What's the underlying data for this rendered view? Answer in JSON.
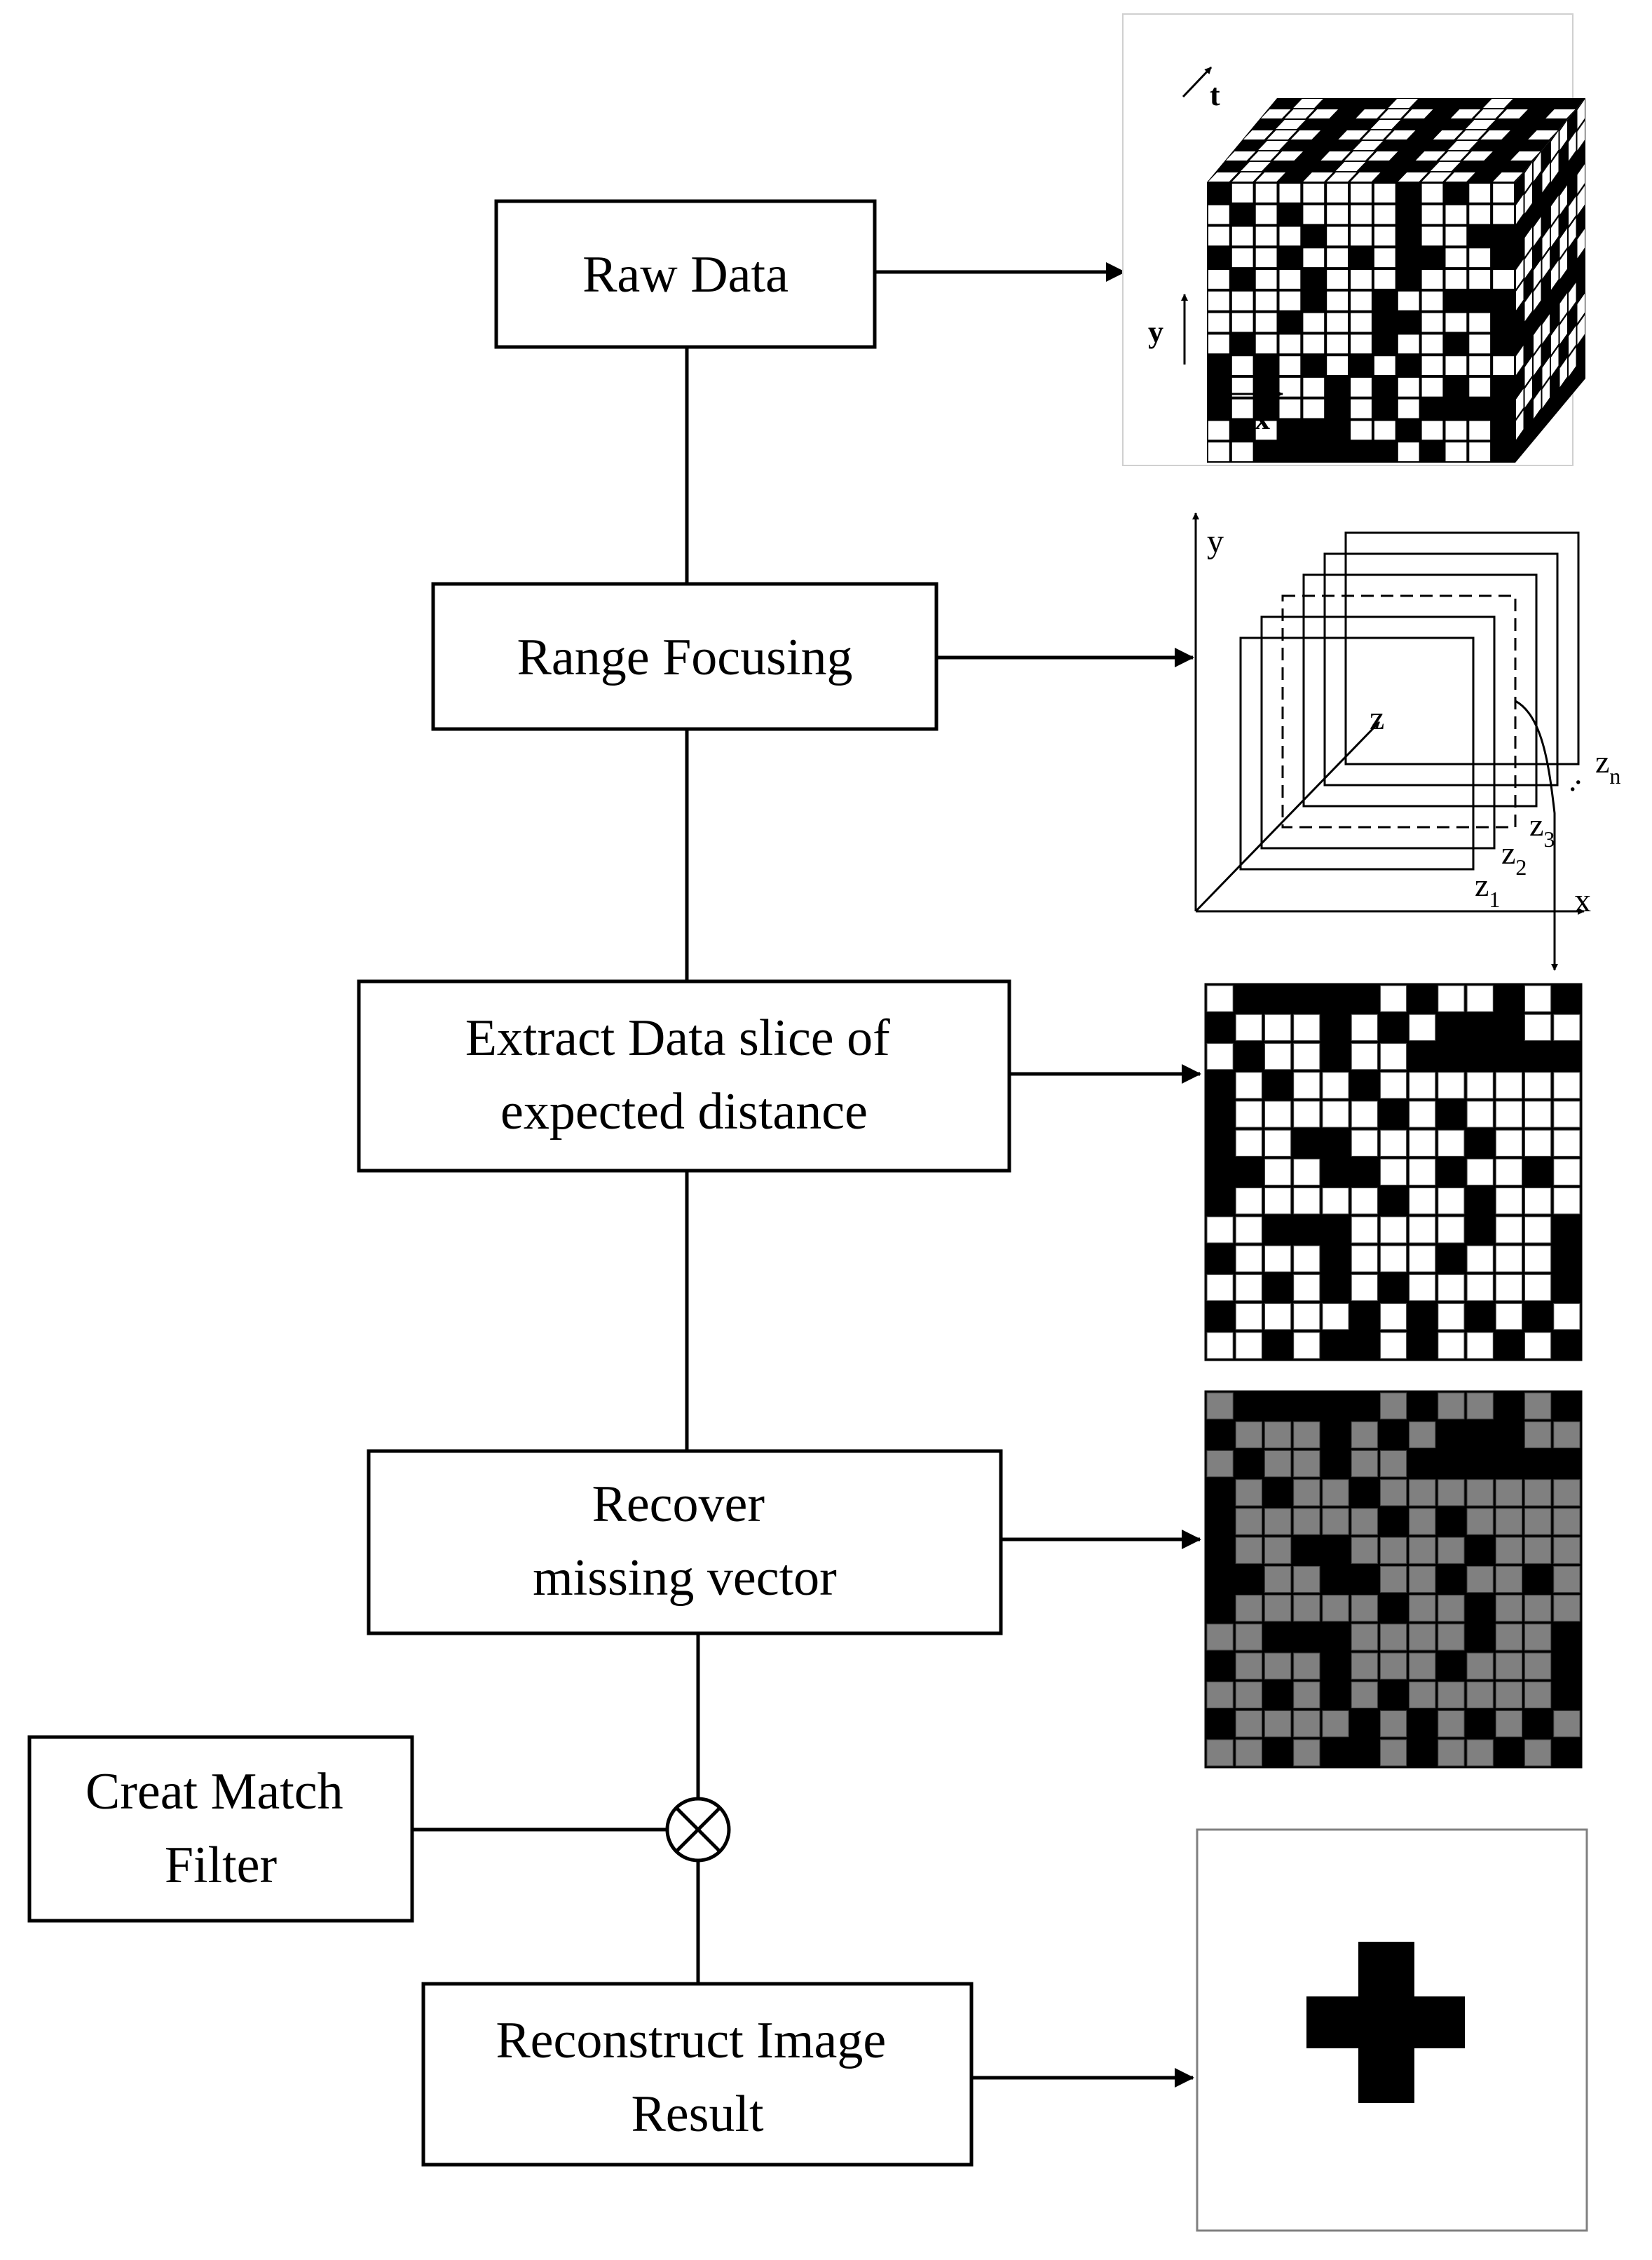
{
  "nodes": {
    "raw_data": {
      "lines": [
        "Raw Data"
      ]
    },
    "range_focusing": {
      "lines": [
        "Range Focusing"
      ]
    },
    "extract": {
      "lines": [
        "Extract Data slice of",
        "expected distance"
      ]
    },
    "recover": {
      "lines": [
        "Recover",
        "missing vector"
      ]
    },
    "match_filter": {
      "lines": [
        "Creat Match",
        "Filter"
      ]
    },
    "reconstruct": {
      "lines": [
        "Reconstruct Image",
        "Result"
      ]
    }
  },
  "cube_axes": {
    "t": "t",
    "y": "y",
    "x": "x"
  },
  "focus_axes": {
    "y": "y",
    "x": "x",
    "z": "z"
  },
  "slice_labels": {
    "z1": "z",
    "z1_sub": "1",
    "z2": "z",
    "z2_sub": "2",
    "z3": "z",
    "z3_sub": "3",
    "zn": "z",
    "zn_sub": "n"
  },
  "colors": {
    "black": "#000000",
    "white": "#ffffff",
    "gray": "#808080"
  },
  "slice_pattern": [
    "1000001011010",
    "0111010100011",
    "1011011000000",
    "0101101111111",
    "0111110101111",
    "0110011110111",
    "0011001101101",
    "0111110110111",
    "1100011110110",
    "0111011101110",
    "1101010111110",
    "0111101010101",
    "1101001011010"
  ]
}
